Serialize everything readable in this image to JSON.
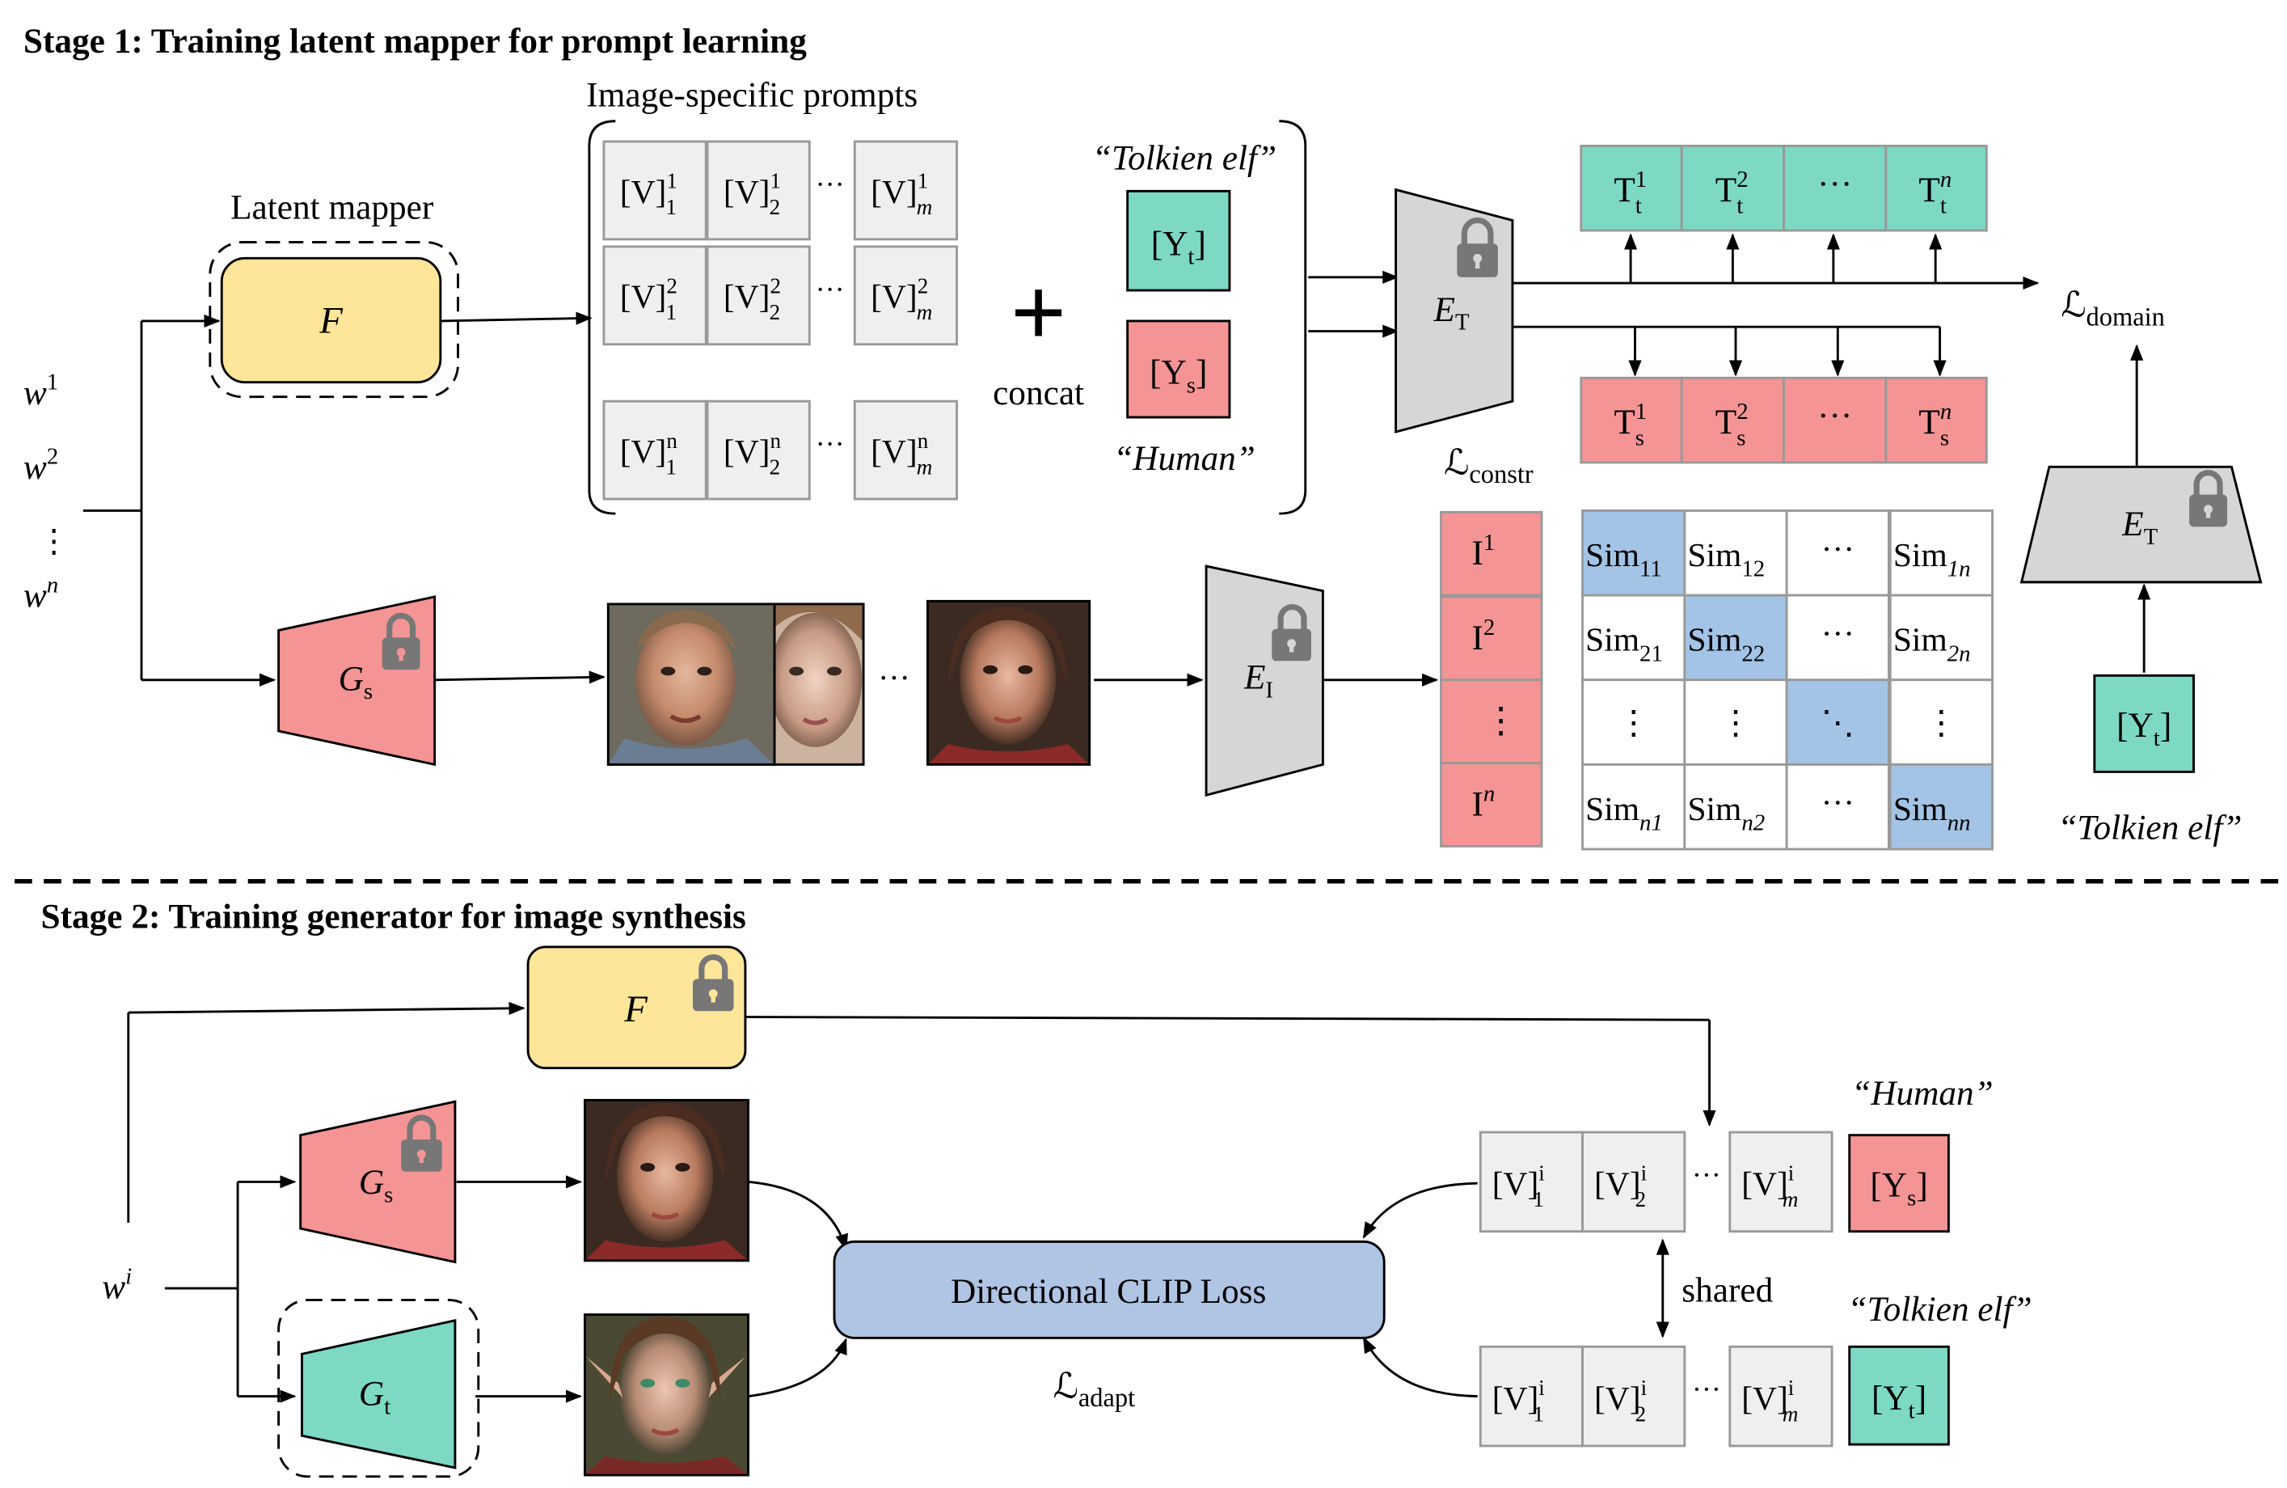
{
  "stage1": {
    "title": "Stage 1: Training latent mapper for prompt learning",
    "latent_mapper_label": "Latent mapper",
    "mapper_symbol": "F",
    "latents": {
      "w": "w",
      "w1_sup": "1",
      "w2_sup": "2",
      "dots": "⋮",
      "wn_sup": "n"
    },
    "prompts_title": "Image-specific prompts",
    "prompt_rows": [
      {
        "sup": "1",
        "cells": [
          {
            "b": "[V]",
            "sub": "1"
          },
          {
            "b": "[V]",
            "sub": "2"
          },
          {
            "b": "[V]",
            "sub": "m"
          }
        ]
      },
      {
        "sup": "2",
        "cells": [
          {
            "b": "[V]",
            "sub": "1"
          },
          {
            "b": "[V]",
            "sub": "2"
          },
          {
            "b": "[V]",
            "sub": "m"
          }
        ]
      },
      {
        "sup": "n",
        "cells": [
          {
            "b": "[V]",
            "sub": "1"
          },
          {
            "b": "[V]",
            "sub": "2"
          },
          {
            "b": "[V]",
            "sub": "m"
          }
        ]
      }
    ],
    "hdots": "···",
    "plus": "+",
    "concat_label": "concat",
    "target_quote": "“Tolkien elf”",
    "source_quote": "“Human”",
    "yt_base": "[Y",
    "yt_sub": "t",
    "ys_sub": "s",
    "bracket_close": "]",
    "text_encoder": {
      "base": "E",
      "sub": "T"
    },
    "image_encoder": {
      "base": "E",
      "sub": "I"
    },
    "generator_source": {
      "base": "G",
      "sub": "s"
    },
    "l_constr": {
      "base": "ℒ",
      "sub": "constr"
    },
    "l_domain": {
      "base": "ℒ",
      "sub": "domain"
    },
    "t_target": {
      "base": "T",
      "sub": "t",
      "sups": [
        "1",
        "2",
        "n"
      ]
    },
    "t_source": {
      "base": "T",
      "sub": "s",
      "sups": [
        "1",
        "2",
        "n"
      ]
    },
    "image_features": {
      "base": "I",
      "sups": [
        "1",
        "2",
        "n"
      ]
    },
    "ellipsis_dots": "···",
    "vdots": "⋮",
    "ddots": "⋱",
    "sim": {
      "base": "Sim",
      "row1": [
        "11",
        "12",
        "1n"
      ],
      "row2": [
        "21",
        "22",
        "2n"
      ],
      "row4": [
        "n1",
        "n2",
        "nn"
      ]
    },
    "image_dots": "···",
    "colors": {
      "mapper_fill": "#fde59a",
      "target_teal": "#7dd9c4",
      "source_red": "#f59494",
      "encoder_gray": "#d6d6d6",
      "prompt_gray": "#efefef",
      "sim_blue": "#a3c4e6",
      "loss_blue": "#b0c4e4"
    }
  },
  "stage2": {
    "title": "Stage 2: Training generator for image synthesis",
    "mapper_symbol": "F",
    "generator_source": {
      "base": "G",
      "sub": "s"
    },
    "generator_target": {
      "base": "G",
      "sub": "t"
    },
    "latent": {
      "base": "w",
      "sup": "i"
    },
    "loss_box": "Directional CLIP Loss",
    "l_adapt": {
      "base": "ℒ",
      "sub": "adapt"
    },
    "shared_label": "shared",
    "source_quote": "“Human”",
    "target_quote": "“Tolkien elf”",
    "prompt_sup": "i"
  }
}
